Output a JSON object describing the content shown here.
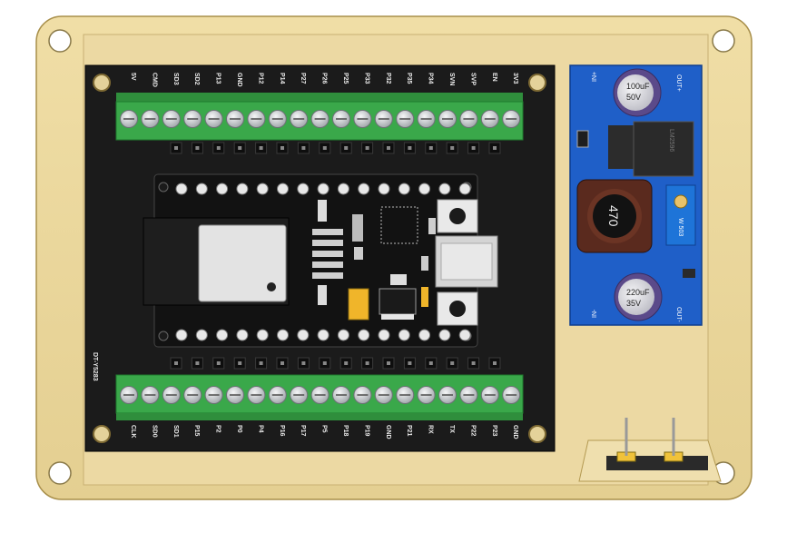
{
  "scene": {
    "description_free": true,
    "colors": {
      "tray_outer": "#e7d49a",
      "tray_inner": "#ead79f",
      "tray_edge": "#b49a52",
      "pcb_black": "#1b1b1b",
      "terminal_green": "#3aa84a",
      "terminal_dark_green": "#1f7d2e",
      "screw_silver": "#cfd2d4",
      "module_blue": "#1f5fc8",
      "cap_purple": "#5b4a8a",
      "inductor_brown": "#5a2a1e",
      "wifi_module": "#e3e3e3"
    }
  },
  "top_pin_labels": [
    "5V",
    "CMD",
    "SD3",
    "SD2",
    "P13",
    "GND",
    "P12",
    "P14",
    "P27",
    "P26",
    "P25",
    "P33",
    "P32",
    "P35",
    "P34",
    "SVN",
    "SVP",
    "EN",
    "3V3"
  ],
  "bottom_pin_labels": [
    "CLK",
    "SD0",
    "SD1",
    "P15",
    "P2",
    "P0",
    "P4",
    "P16",
    "P17",
    "P5",
    "P18",
    "P19",
    "GND",
    "P21",
    "RX",
    "TX",
    "P22",
    "P23",
    "GND"
  ],
  "board_side_label": "DT-Y5283",
  "buck_module": {
    "cap_top": {
      "line1": "100uF",
      "line2": "50V"
    },
    "cap_bottom": {
      "line1": "220uF",
      "line2": "35V"
    },
    "inductor_label": "470",
    "regulator_label": "LM2596",
    "pot_label": "W 503",
    "pin_labels": [
      "IN+",
      "OUT+",
      "IN-",
      "OUT-"
    ]
  }
}
